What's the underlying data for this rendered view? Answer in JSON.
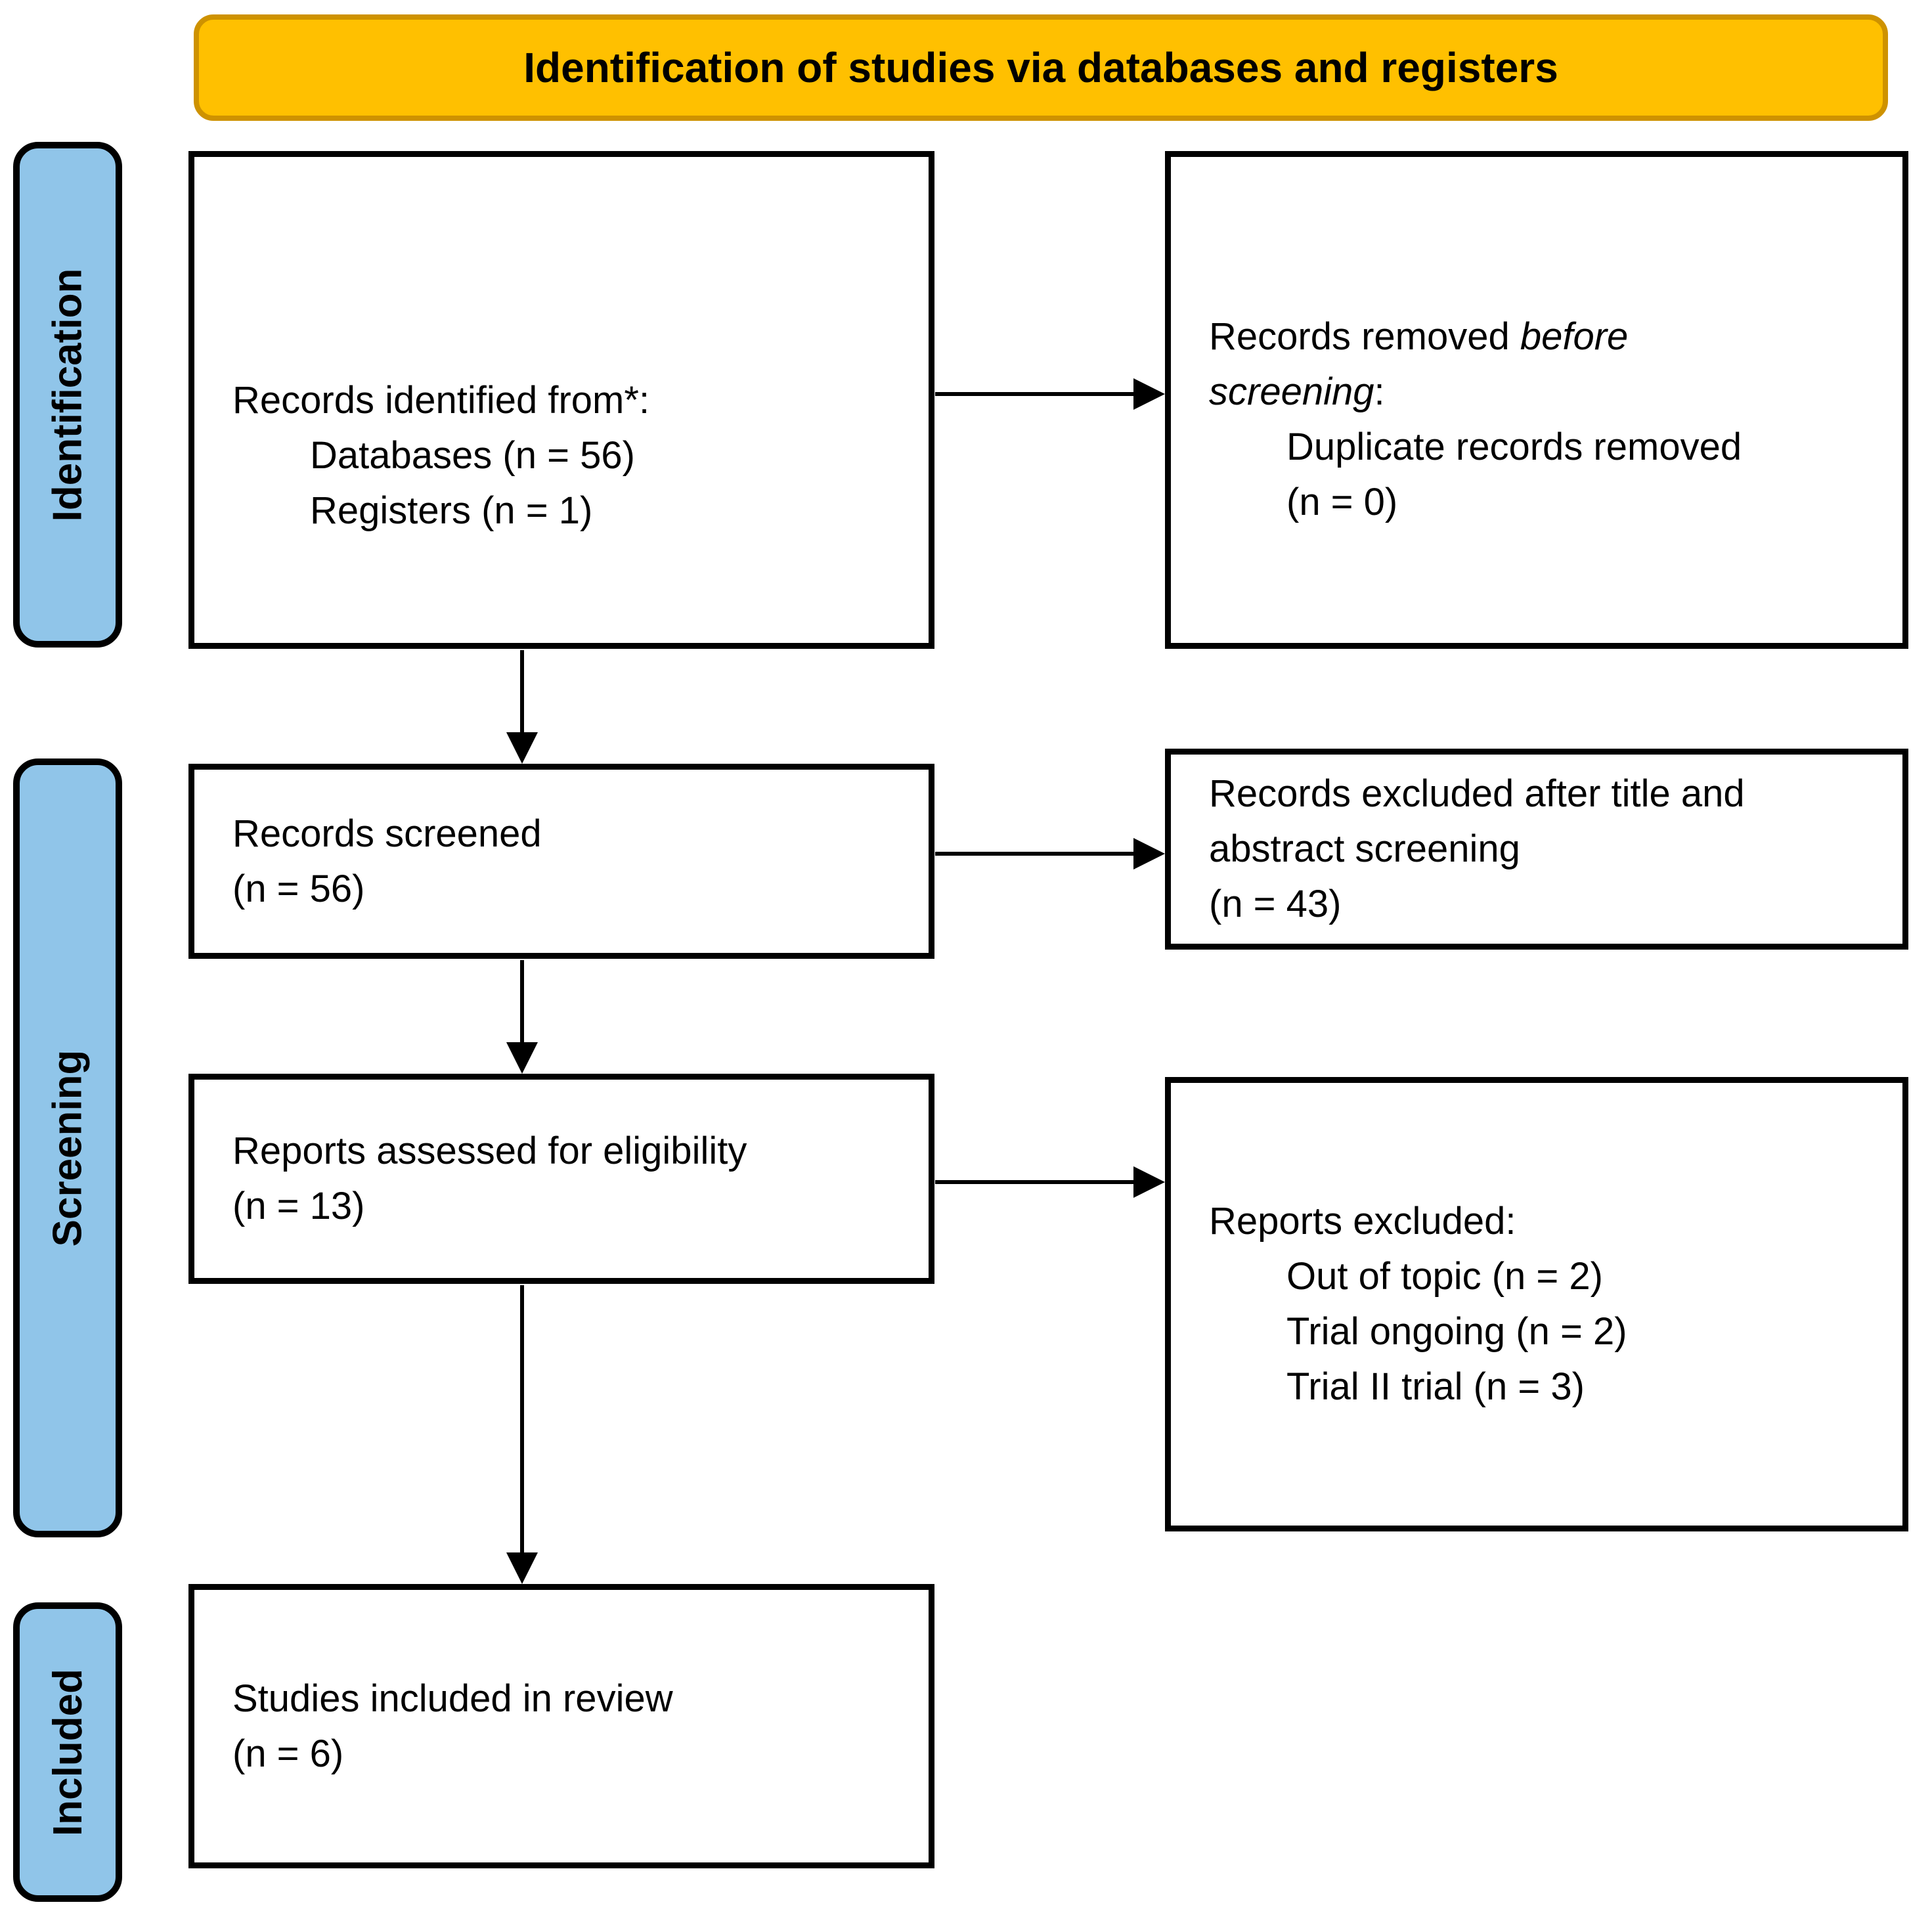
{
  "banner": {
    "title": "Identification of studies via databases and registers"
  },
  "stage_labels": {
    "identification": "Identification",
    "screening": "Screening",
    "included": "Included"
  },
  "boxes": {
    "records_identified": {
      "title": "Records identified from*:",
      "item1": "Databases (n = 56)",
      "item2": "Registers (n = 1)"
    },
    "records_removed": {
      "line1_normal": "Records removed ",
      "line1_italic": "before",
      "line2_italic": "screening",
      "line2_normal": ":",
      "item1": "Duplicate records removed",
      "item1_count": "(n = 0)"
    },
    "records_screened": {
      "title": "Records screened",
      "count": "(n = 56)"
    },
    "records_excluded": {
      "line1": "Records excluded after title and",
      "line2": "abstract screening",
      "count": "(n = 43)"
    },
    "reports_assessed": {
      "title": "Reports assessed for eligibility",
      "count": "(n = 13)"
    },
    "reports_excluded": {
      "title": "Reports excluded:",
      "item1": "Out of topic (n = 2)",
      "item2": "Trial ongoing (n = 2)",
      "item3": "Trial II trial (n = 3)"
    },
    "studies_included": {
      "title": "Studies included in review",
      "count": "(n = 6)"
    }
  },
  "colors": {
    "banner_fill": "#FFC000",
    "banner_border": "#CE9200",
    "stage_fill": "#90C5E9",
    "box_border": "#000000",
    "arrow": "#000000",
    "text": "#000000"
  }
}
